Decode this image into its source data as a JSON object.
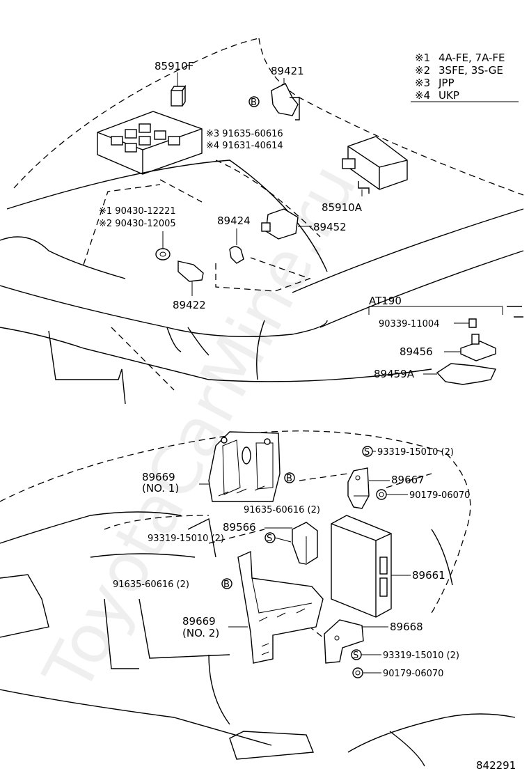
{
  "legend": [
    {
      "mark": "※1",
      "text": "4A-FE, 7A-FE"
    },
    {
      "mark": "※2",
      "text": "3SFE, 3S-GE"
    },
    {
      "mark": "※3",
      "text": "JPP"
    },
    {
      "mark": "※4",
      "text": "UKP"
    }
  ],
  "labels": {
    "p85910F": "85910F",
    "p89421": "89421",
    "p91635_60616_j3": "※3 91635-60616",
    "p91631_40614_j4": "※4 91631-40614",
    "p85910A": "85910A",
    "p90430_12221": "※1  90430-12221",
    "p90430_12005": "※2  90430-12005",
    "p89424": "89424",
    "p89452": "89452",
    "p89422": "89422",
    "at190": "AT190",
    "p90339_11004": "90339-11004",
    "p89456": "89456",
    "p89459A": "89459A",
    "p93319_15010_a": "93319-15010 (2)",
    "p89669_no1": "89669",
    "no1": "(NO. 1)",
    "p89667": "89667",
    "p90179_06070_a": "90179-06070",
    "p91635_60616_a": "91635-60616 (2)",
    "p89566": "89566",
    "p93319_15010_b": "93319-15010 (2)",
    "p91635_60616_b": "91635-60616 (2)",
    "p89661": "89661",
    "p89669_no2": "89669",
    "no2": "(NO. 2)",
    "p89668": "89668",
    "p93319_15010_c": "93319-15010 (2)",
    "p90179_06070_b": "90179-06070",
    "figure_no": "842291"
  },
  "markers": {
    "bolt": "B",
    "screw": "S"
  },
  "watermark": "ToyotaCarMine.ru"
}
